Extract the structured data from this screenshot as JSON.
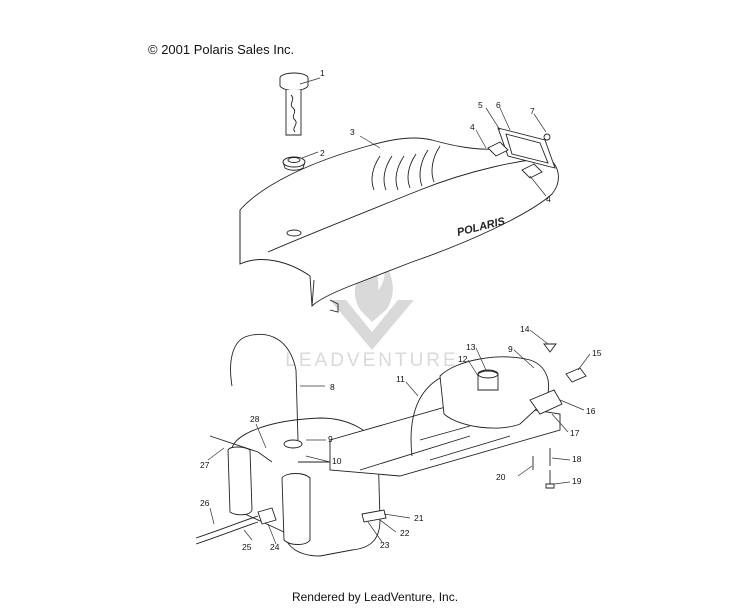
{
  "header": {
    "copyright": "© 2001 Polaris Sales Inc."
  },
  "footer": {
    "rendered_by": "Rendered by LeadVenture, Inc."
  },
  "watermark": {
    "text": "LEADVENTURE"
  },
  "seat_brand": "POLARIS",
  "callouts": [
    "1",
    "2",
    "3",
    "4",
    "5",
    "6",
    "7",
    "4",
    "8",
    "9",
    "10",
    "11",
    "12",
    "13",
    "14",
    "15",
    "16",
    "17",
    "18",
    "19",
    "20",
    "21",
    "22",
    "23",
    "24",
    "25",
    "26",
    "27",
    "28",
    "9"
  ],
  "colors": {
    "ink": "#222222",
    "watermark": "#d9d9d9",
    "background": "#ffffff"
  }
}
